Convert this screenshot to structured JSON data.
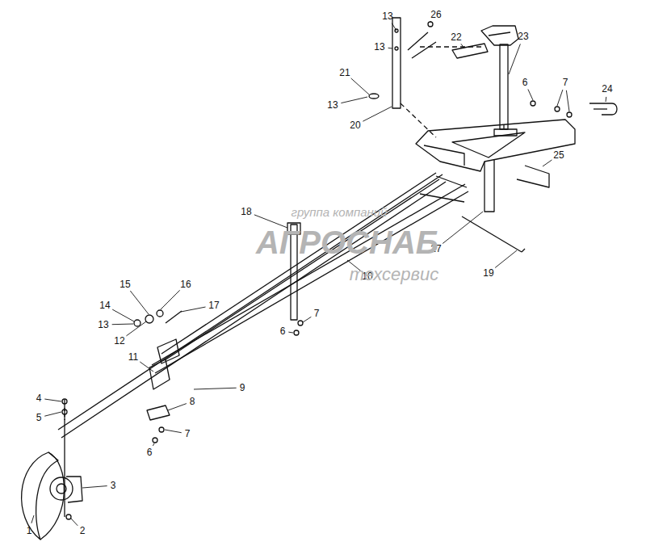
{
  "diagram": {
    "labels": [
      "13",
      "26",
      "13",
      "22",
      "23",
      "21",
      "6",
      "7",
      "24",
      "13",
      "20",
      "25",
      "18",
      "27",
      "19",
      "10",
      "15",
      "16",
      "14",
      "17",
      "7",
      "13",
      "12",
      "6",
      "11",
      "9",
      "4",
      "8",
      "5",
      "7",
      "6",
      "3",
      "1",
      "2",
      "группа компаний",
      "АГРОСНАБ",
      "техсервис"
    ]
  }
}
